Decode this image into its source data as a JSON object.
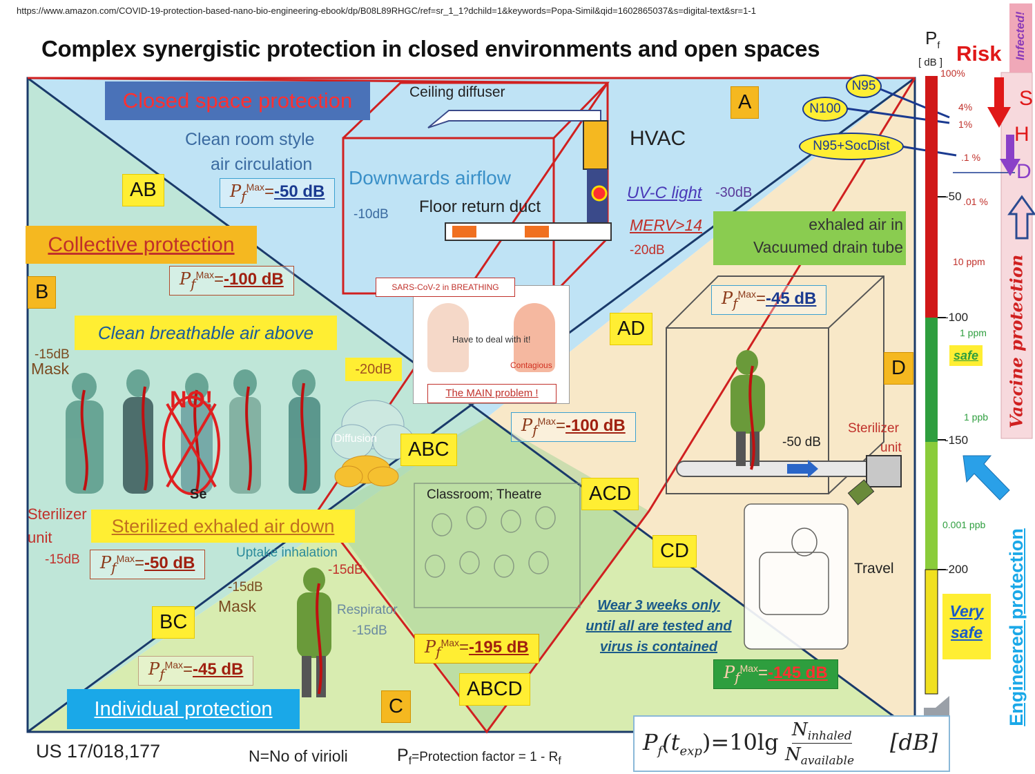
{
  "url": "https://www.amazon.com/COVID-19-protection-based-nano-bio-engineering-ebook/dp/B08L89RHGC/ref=sr_1_1?dchild=1&keywords=Popa-Simil&qid=1602865037&s=digital-text&sr=1-1",
  "title": "Complex synergistic protection in closed environments and open spaces",
  "regions": {
    "A": "A",
    "AB": "AB",
    "B": "B",
    "AD": "AD",
    "D": "D",
    "ABC": "ABC",
    "ACD": "ACD",
    "CD": "CD",
    "BC": "BC",
    "C": "C",
    "ABCD": "ABCD"
  },
  "closed_space": {
    "header": "Closed space protection",
    "clean_room_1": "Clean room style",
    "clean_room_2": "air circulation",
    "pf_max": "-50 dB",
    "ceiling_diffuser": "Ceiling diffuser",
    "hvac": "HVAC",
    "downwards_airflow": "Downwards airflow",
    "floor_return_duct": "Floor return duct",
    "minus10": "-10dB",
    "uvc": "UV-C light",
    "minus30": "-30dB",
    "merv": "MERV>14",
    "minus20": "-20dB"
  },
  "collective": {
    "header": "Collective protection",
    "pf_max": "-100 dB",
    "clean_air": "Clean breathable air above",
    "mask_db": "-15dB",
    "mask": "Mask",
    "no": "NO!",
    "se": "Se",
    "sterilizer_1": "Sterilizer",
    "sterilizer_2": "unit",
    "sterilizer_db": "-15dB",
    "sterilized_down": "Sterilized exhaled air down",
    "pf_max2": "-50 dB",
    "minus20": "-20dB",
    "diffusion": "Diffusion"
  },
  "main_problem": {
    "sars": "SARS-CoV-2 in BREATHING",
    "deal": "Have to deal with it!",
    "contagious": "Contagious",
    "main": "The MAIN problem !"
  },
  "abc_pf": "-100 dB",
  "classroom": "Classroom; Theatre",
  "individual": {
    "uptake": "Uptake inhalation",
    "uptake_db": "-15dB",
    "mask_db": "-15dB",
    "mask": "Mask",
    "respirator": "Respirator",
    "respirator_db": "-15dB",
    "pf_max": "-45 dB",
    "header": "Individual protection"
  },
  "abcd_pf": "-195 dB",
  "drain": {
    "line1": "exhaled air in",
    "line2": "Vacuumed drain tube",
    "pf_max": "-45 dB",
    "minus50": "-50 dB",
    "sterilizer_1": "Sterilizer",
    "sterilizer_2": "unit"
  },
  "travel": "Travel",
  "wear": [
    "Wear 3 weeks only",
    "until all are tested and",
    "virus is contained"
  ],
  "cd_pf": "-145 dB",
  "pf_symbol": "P",
  "pf_sub": "f",
  "pf_max_sup": "Max",
  "pf_eq": "=",
  "masks": {
    "n95": "N95",
    "n100": "N100",
    "n95soc": "N95+SocDist"
  },
  "scale": {
    "pf": "P",
    "pf_sub": "f",
    "unit": "[ dB ]",
    "risk": "Risk",
    "infected": "Infected!",
    "shd": [
      "S",
      "H",
      "D"
    ],
    "ticks": [
      {
        "label": "-50",
        "pct": ".01 %"
      },
      {
        "label": "-100",
        "pct": "1 ppm"
      },
      {
        "label": "-150",
        "pct": ""
      },
      {
        "label": "-200",
        "pct": ""
      }
    ],
    "pcts_top": [
      "100%",
      "4%",
      "1%",
      ".1 %"
    ],
    "ppm10": "10 ppm",
    "ppb1": "1 ppb",
    "ppb0001": "0.001 ppb",
    "safe": "safe",
    "very": "Very",
    "very_safe": "safe",
    "vaccine": "Vaccine protection",
    "engineered": "Engineered protection"
  },
  "footer": {
    "patent": "US 17/018,177",
    "n_def": "N=No of virioli",
    "pf_def_1": "P",
    "pf_def_sub": "f",
    "pf_def_2": "=Protection factor = 1 - R",
    "pf_def_sub2": "f",
    "formula_left": "P",
    "formula_sub": "f",
    "formula_arg": "(t",
    "formula_arg_sub": "exp",
    "formula_eq": ")=10lg",
    "formula_num": "N",
    "formula_num_sub": "inhaled",
    "formula_den": "N",
    "formula_den_sub": "available",
    "formula_unit": "[dB]"
  }
}
